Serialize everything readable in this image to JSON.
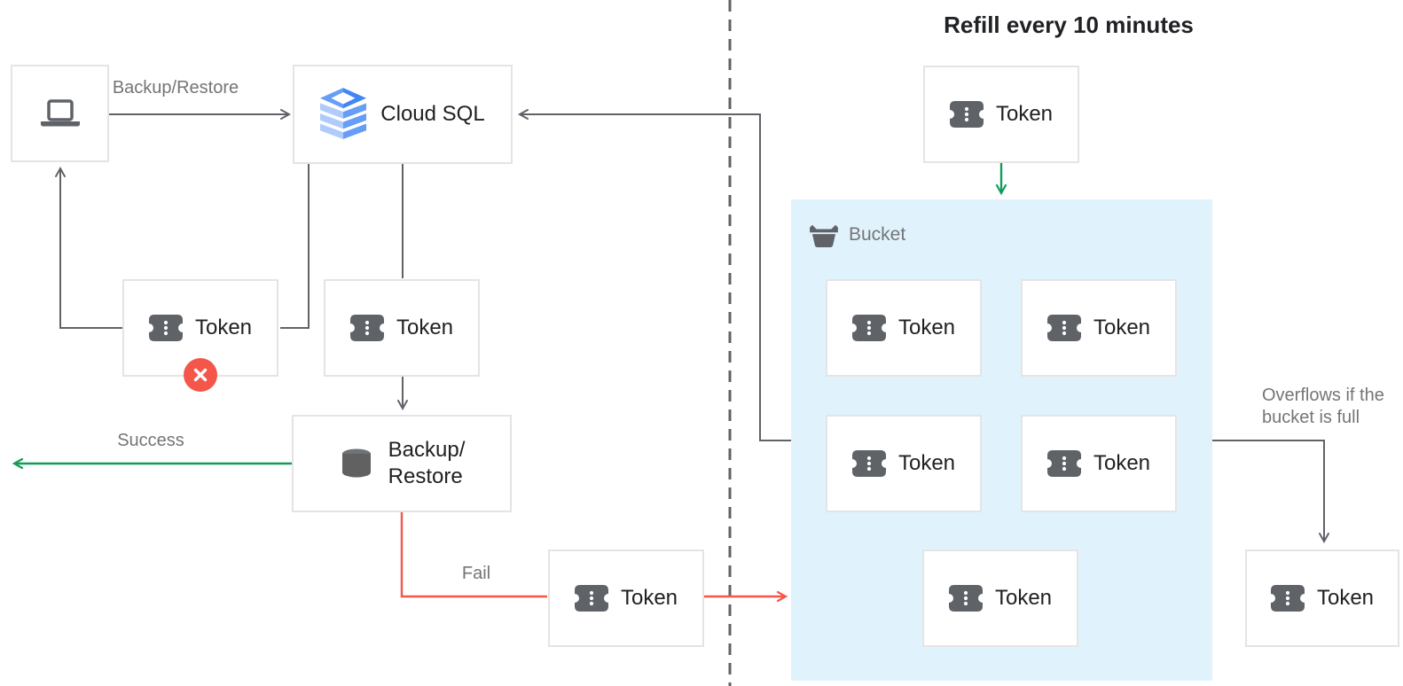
{
  "title": "Refill every 10 minutes",
  "nodes": {
    "cloud_sql": "Cloud SQL",
    "backup_restore_line1": "Backup/",
    "backup_restore_line2": "Restore",
    "token": "Token",
    "bucket": "Bucket"
  },
  "edge_labels": {
    "backup_restore": "Backup/Restore",
    "success": "Success",
    "fail": "Fail",
    "overflow_line1": "Overflows if the",
    "overflow_line2": "bucket is full"
  },
  "icons": {
    "client": "laptop-icon",
    "cloud_sql": "cloud-sql-layers-icon",
    "backup_restore": "database-icon",
    "token": "ticket-icon",
    "bucket": "basket-icon",
    "rejected": "error-x-icon"
  },
  "colors": {
    "line_gray": "#5F6368",
    "label_gray": "#757575",
    "text_dark": "#212121",
    "green": "#0F9D58",
    "red": "#F4564A",
    "bucket_bg": "#E0F3FD",
    "box_border": "#E4E4E4",
    "blue_dark": "#4285F4",
    "blue_mid": "#669DF6",
    "blue_light": "#AECBFA"
  }
}
